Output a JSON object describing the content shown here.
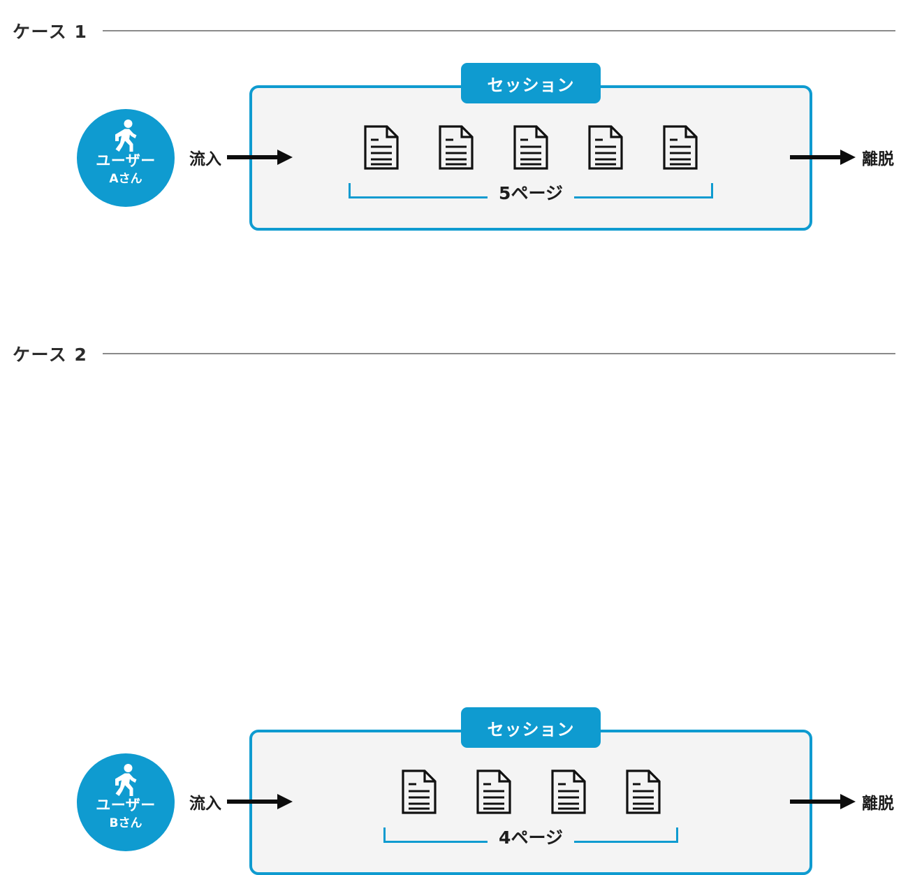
{
  "cases": [
    {
      "title": "ケース 1",
      "user": {
        "icon": "walking-person-icon",
        "label": "ユーザー",
        "sub": "Aさん"
      },
      "inflow_label": "流入",
      "exit_label": "離脱",
      "session_label": "セッション",
      "page_count_label": "5ページ",
      "page_count": 5,
      "documents": [
        "document-icon",
        "document-icon",
        "document-icon",
        "document-icon",
        "document-icon"
      ]
    },
    {
      "title": "ケース 2",
      "user": {
        "icon": "walking-person-icon",
        "label": "ユーザー",
        "sub": "Bさん"
      },
      "inflow_label": "流入",
      "exit_label": "離脱",
      "session_label": "セッション",
      "page_count_label": "4ページ",
      "page_count": 4,
      "documents": [
        "document-icon",
        "document-icon",
        "document-icon",
        "document-icon"
      ]
    }
  ],
  "colors": {
    "accent_blue": "#0f9bd0",
    "session_fill": "#f4f4f4",
    "rule_gray": "#8a8a8a",
    "text_dark": "#1d1d1d",
    "background": "#ffffff"
  }
}
